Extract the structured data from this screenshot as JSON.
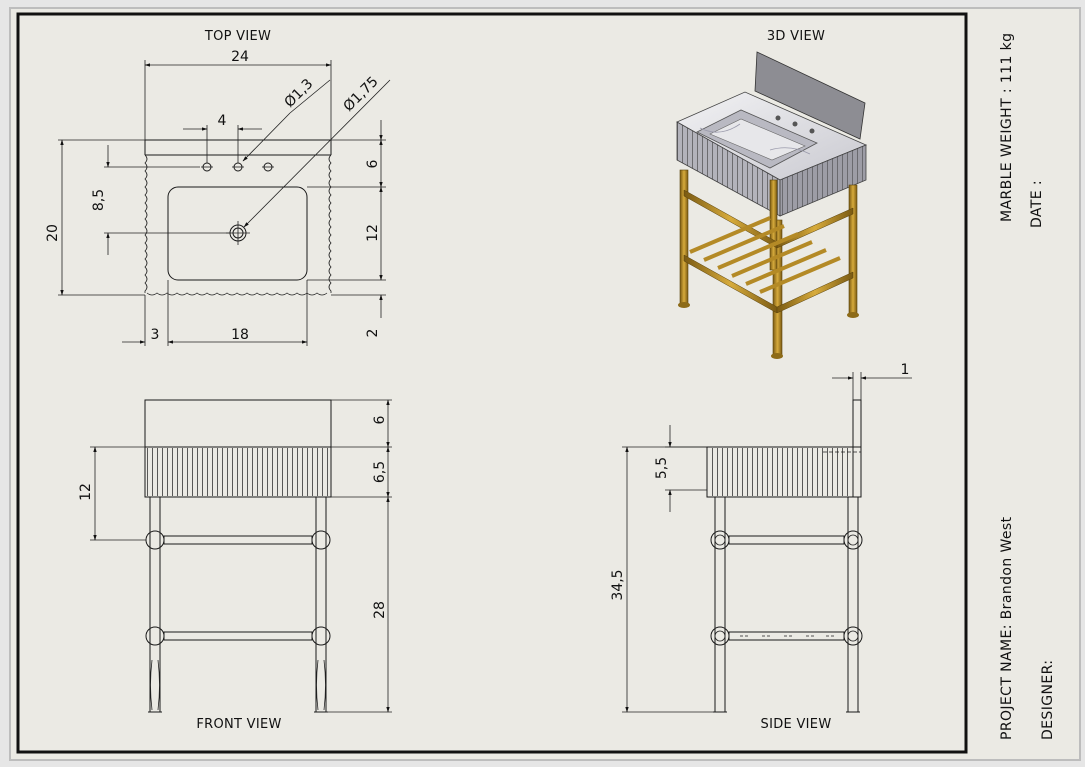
{
  "views": {
    "top": "TOP VIEW",
    "three_d": "3D VIEW",
    "front": "FRONT VIEW",
    "side": "SIDE VIEW"
  },
  "dimensions": {
    "top_width": "24",
    "tap_spacing": "4",
    "hole_small": "Ø1,3",
    "hole_drain": "Ø1,75",
    "depth": "20",
    "tap_offset": "8,5",
    "back_depth": "6",
    "basin_depth": "12",
    "front_lip": "2",
    "side_margin": "3",
    "basin_width": "18",
    "front_top_height": "6",
    "front_flute_height": "6,5",
    "front_basin_height": "12",
    "front_leg_height": "28",
    "side_splash_thickness": "1",
    "side_flute_height": "5,5",
    "side_total_height": "34,5"
  },
  "title_block": {
    "marble_weight": "MARBLE WEIGHT : 111 kg",
    "date": "DATE :",
    "project_name": "PROJECT NAME: Brandon West",
    "designer": "DESIGNER:"
  }
}
